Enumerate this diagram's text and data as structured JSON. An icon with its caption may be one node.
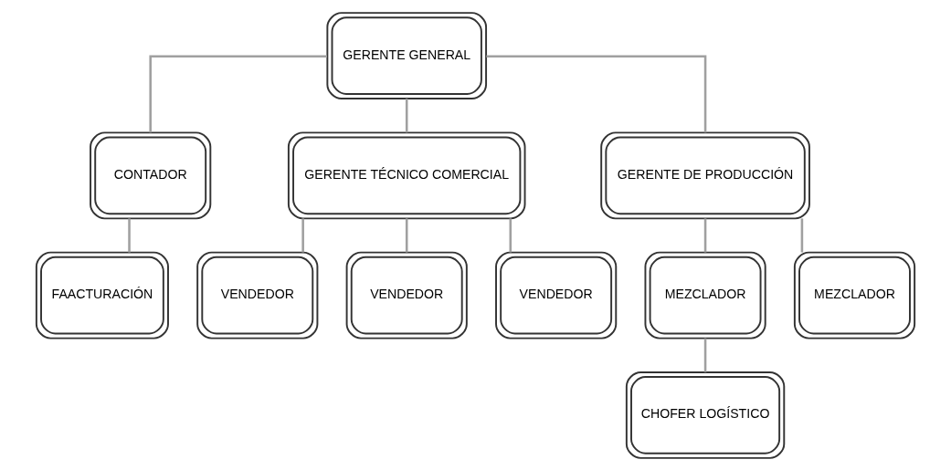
{
  "diagram": {
    "nodes": [
      {
        "text": [
          "GERENTE GENERAL"
        ]
      },
      {
        "text": [
          "CONTADOR"
        ]
      },
      {
        "text": [
          "GERENTE TÉCNICO COMERCIAL"
        ]
      },
      {
        "text": [
          "GERENTE DE PRODUCCIÓN"
        ]
      },
      {
        "text": [
          "FAACTURACIÓN"
        ]
      },
      {
        "text": [
          "VENDEDOR"
        ]
      },
      {
        "text": [
          "VENDEDOR"
        ]
      },
      {
        "text": [
          "VENDEDOR"
        ]
      },
      {
        "text": [
          "MEZCLADOR"
        ]
      },
      {
        "text": [
          "MEZCLADOR"
        ]
      },
      {
        "text": [
          "CHOFER LOGÍSTICO"
        ]
      }
    ],
    "edges": [
      {
        "from": 0,
        "to": 1,
        "arrow": "none"
      },
      {
        "from": 0,
        "to": 2,
        "arrow": "none"
      },
      {
        "from": 0,
        "to": 3,
        "arrow": "none"
      },
      {
        "from": 1,
        "to": 4,
        "arrow": "none"
      },
      {
        "from": 2,
        "to": 5,
        "arrow": "none"
      },
      {
        "from": 2,
        "to": 6,
        "arrow": "none"
      },
      {
        "from": 2,
        "to": 7,
        "arrow": "none"
      },
      {
        "from": 3,
        "to": 8,
        "arrow": "none"
      },
      {
        "from": 3,
        "to": 9,
        "arrow": "none"
      },
      {
        "from": 8,
        "to": 10,
        "arrow": "none"
      }
    ]
  }
}
